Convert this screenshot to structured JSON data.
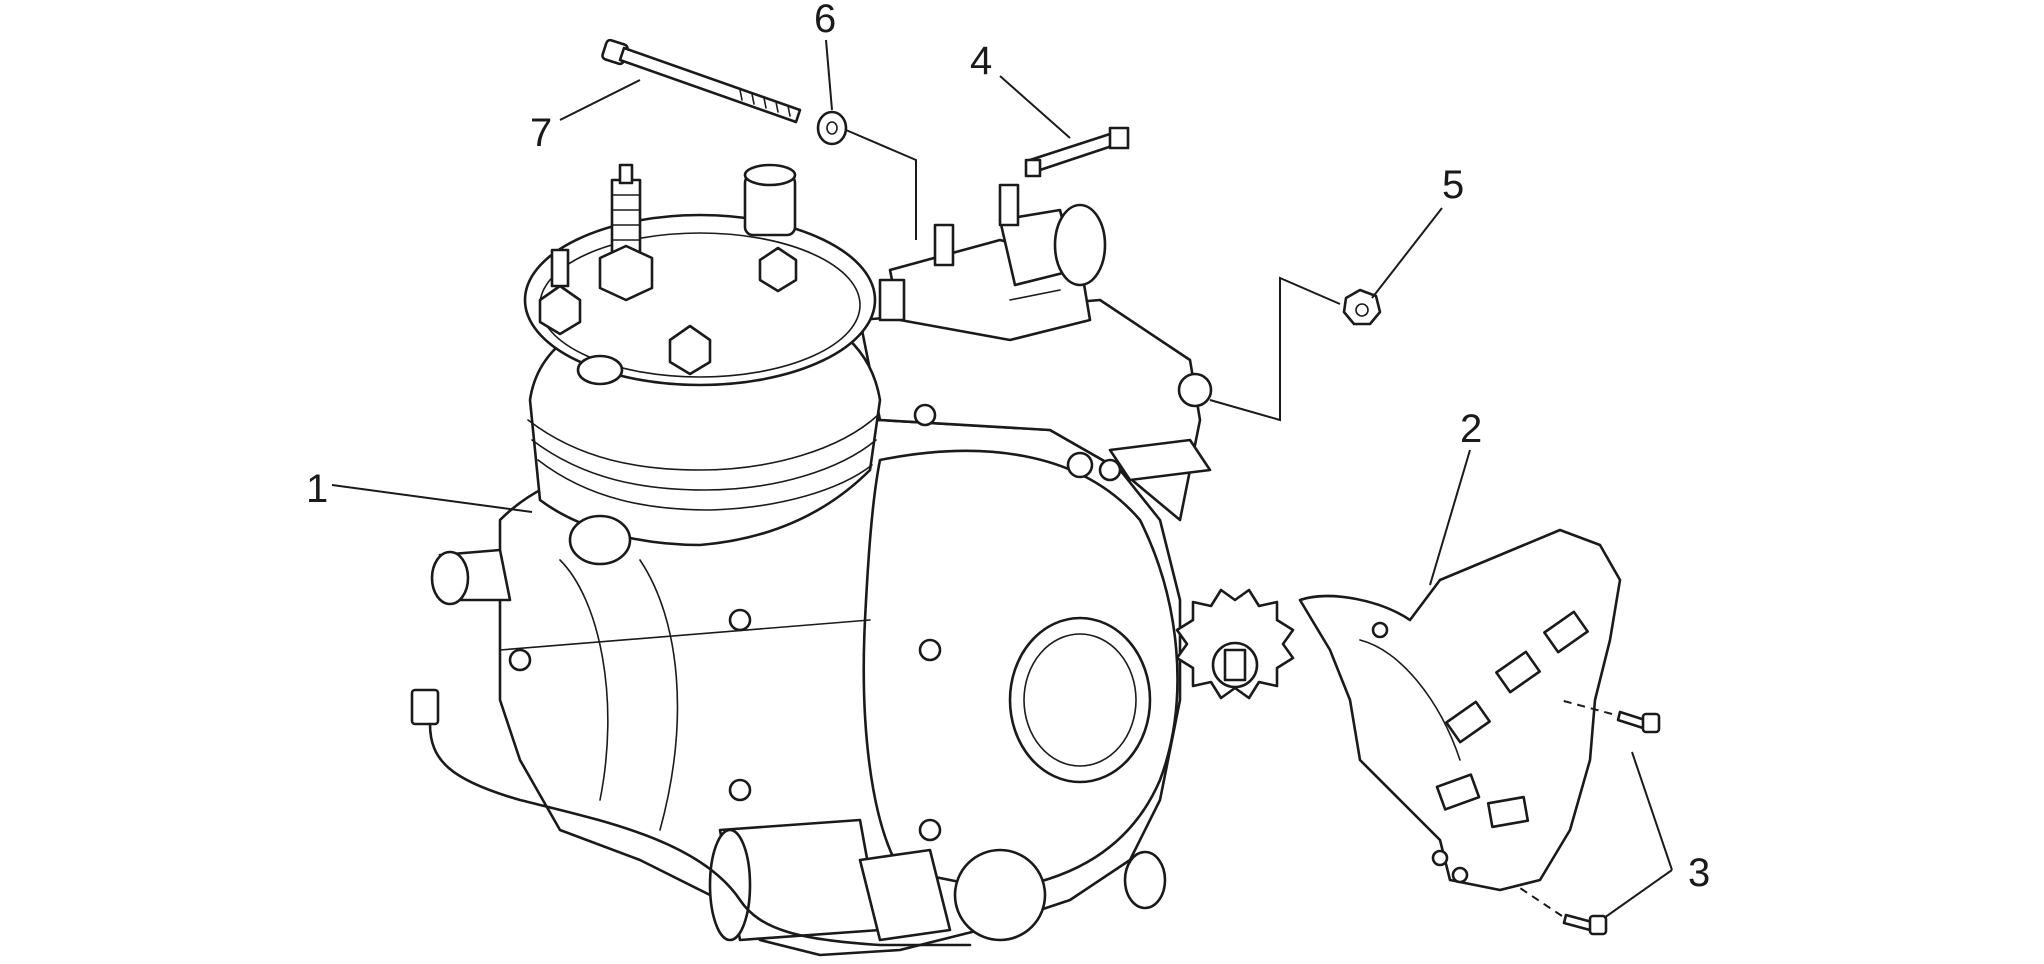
{
  "diagram": {
    "callouts": [
      "1",
      "2",
      "3",
      "4",
      "5",
      "6",
      "7"
    ]
  }
}
